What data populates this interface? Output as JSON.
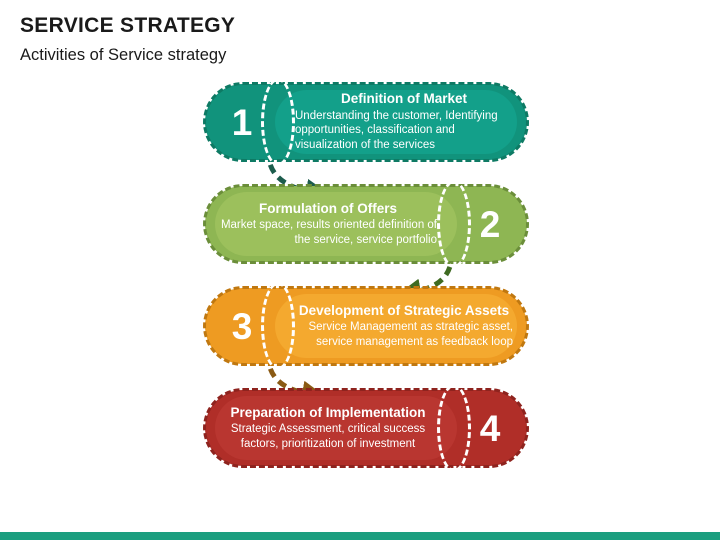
{
  "header": {
    "title": "SERVICE STRATEGY",
    "subtitle": "Activities of Service strategy"
  },
  "theme": {
    "bottom_bar_color": "#1B9E7F",
    "background": "#ffffff"
  },
  "steps": [
    {
      "number": "1",
      "title": "Definition of Market",
      "description": "Understanding the customer, Identifying opportunities, classification and visualization of the services",
      "number_side": "left",
      "title_align": "center",
      "desc_align": "left",
      "fill": "#17A085",
      "plate": "#13A08A",
      "num_fill": "#11937C",
      "dash": "#0E7A64",
      "connector": "#1C5C4C"
    },
    {
      "number": "2",
      "title": "Formulation of Offers",
      "description": "Market space, results oriented definition of the service, service portfolio",
      "number_side": "right",
      "title_align": "center",
      "desc_align": "right",
      "fill": "#93B956",
      "plate": "#9CC05C",
      "num_fill": "#8EB653",
      "dash": "#6B8E3A",
      "connector": "#3F6B22"
    },
    {
      "number": "3",
      "title": "Development of Strategic Assets",
      "description": "Service Management as strategic asset, service management as feedback loop",
      "number_side": "left",
      "title_align": "center",
      "desc_align": "right",
      "fill": "#F0A02A",
      "plate": "#F4A92F",
      "num_fill": "#EE9B22",
      "dash": "#C07810",
      "connector": "#8A5A14"
    },
    {
      "number": "4",
      "title": "Preparation of Implementation",
      "description": "Strategic Assessment, critical success factors, prioritization of investment",
      "number_side": "right",
      "title_align": "center",
      "desc_align": "center",
      "fill": "#B4322C",
      "plate": "#B93630",
      "num_fill": "#B02E28",
      "dash": "#8E231E",
      "connector": "#8A5A14"
    }
  ],
  "connectors": [
    {
      "from": "1",
      "to": "2",
      "color": "#1C5C4C"
    },
    {
      "from": "2",
      "to": "3",
      "color": "#3F6B22"
    },
    {
      "from": "3",
      "to": "4",
      "color": "#8A5A14"
    }
  ]
}
